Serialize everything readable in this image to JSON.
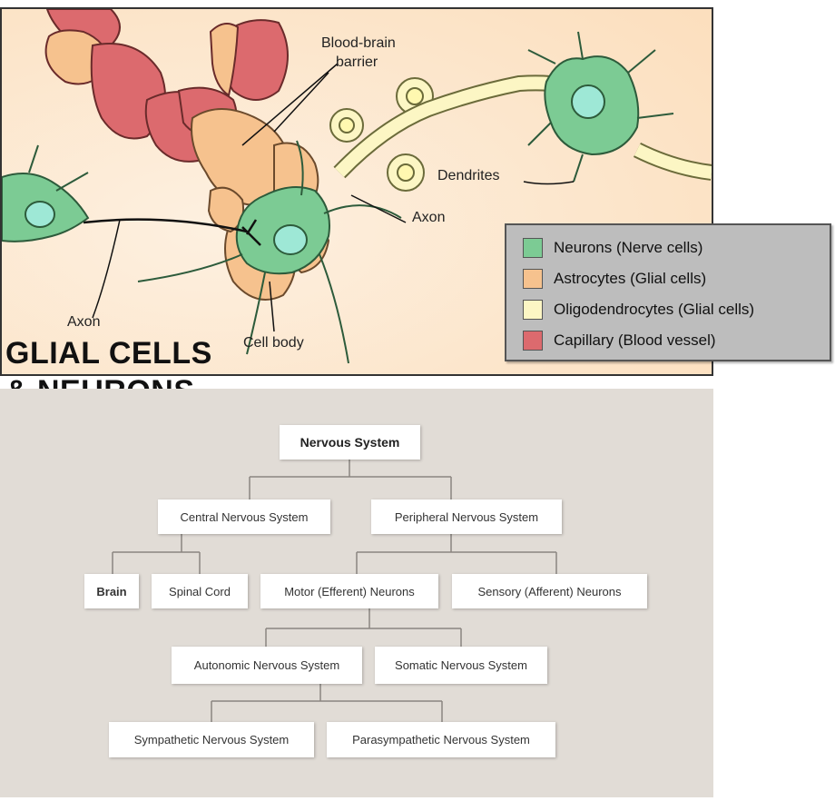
{
  "title": {
    "line1": "GLIAL CELLS",
    "line2": "& NEURONS"
  },
  "illustration_labels": {
    "bbb_line1": "Blood-brain",
    "bbb_line2": "barrier",
    "dendrites": "Dendrites",
    "axon_right": "Axon",
    "axon_left": "Axon",
    "cell_body": "Cell body"
  },
  "legend": {
    "items": [
      {
        "label": "Neurons (Nerve cells)",
        "color": "#7ccb94"
      },
      {
        "label": "Astrocytes (Glial cells)",
        "color": "#f6c28e"
      },
      {
        "label": "Oligodendrocytes (Glial cells)",
        "color": "#fcf6c4"
      },
      {
        "label": "Capillary (Blood vessel)",
        "color": "#dc6a6e"
      }
    ]
  },
  "colors": {
    "background": "#fde9d2",
    "neuron": "#7ccb94",
    "nucleus": "#9ee8d6",
    "astrocyte": "#f6c28e",
    "oligodendrocyte": "#fcf6c4",
    "capillary": "#dc6a6e",
    "tree_panel": "#e1dcd6"
  },
  "tree": {
    "root": "Nervous System",
    "cns": "Central Nervous System",
    "pns": "Peripheral Nervous System",
    "brain": "Brain",
    "spinal_cord": "Spinal Cord",
    "motor": "Motor (Efferent) Neurons",
    "sensory": "Sensory (Afferent) Neurons",
    "autonomic": "Autonomic Nervous System",
    "somatic": "Somatic Nervous System",
    "sympathetic": "Sympathetic Nervous System",
    "parasympathetic": "Parasympathetic Nervous System"
  }
}
